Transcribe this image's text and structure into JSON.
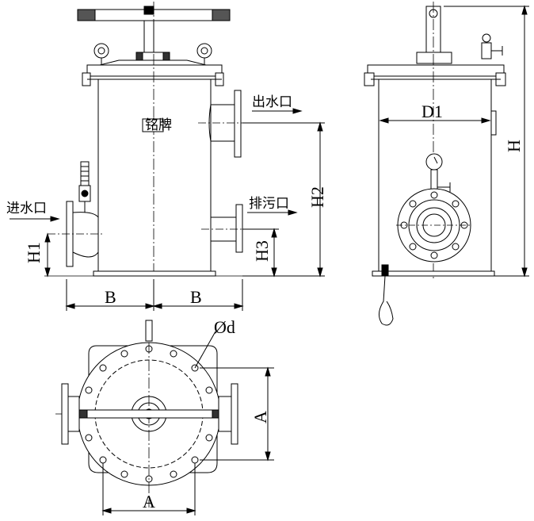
{
  "labels": {
    "outlet": "出水口",
    "inlet": "进水口",
    "drain": "排污口",
    "nameplate": "铭牌"
  },
  "dimensions": {
    "b_left": "B",
    "b_right": "B",
    "h1": "H1",
    "h2": "H2",
    "h3": "H3",
    "h": "H",
    "d1": "D1",
    "phi_d": "Ød",
    "a_vertical": "A",
    "a_horizontal": "A"
  }
}
